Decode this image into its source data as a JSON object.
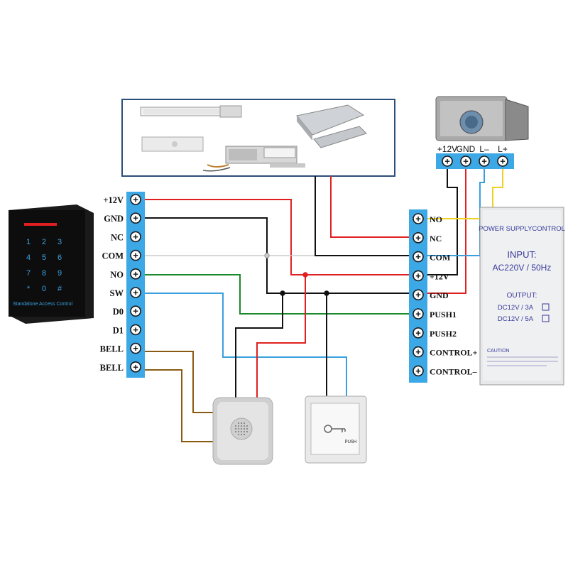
{
  "left_terminal": {
    "labels": [
      "+12V",
      "GND",
      "NC",
      "COM",
      "NO",
      "SW",
      "D0",
      "D1",
      "BELL",
      "BELL"
    ]
  },
  "right_terminal": {
    "labels": [
      "NO",
      "NC",
      "COM",
      "+12V",
      "GND",
      "PUSH1",
      "PUSH2",
      "CONTROL+",
      "CONTROL–"
    ]
  },
  "lock_terminal": {
    "labels": [
      "+12V",
      "GND",
      "L–",
      "L+"
    ]
  },
  "psu": {
    "header": "POWER SUPPLYCONTROL",
    "input_label": "INPUT:",
    "input_value": "AC220V / 50Hz",
    "output_label": "OUTPUT:",
    "output_1": "DC12V / 3A",
    "output_2": "DC12V / 5A",
    "caution": "CAUTION"
  },
  "keypad": {
    "keys": [
      "1",
      "2",
      "3",
      "4",
      "5",
      "6",
      "7",
      "8",
      "9",
      "*",
      "0",
      "#"
    ],
    "caption": "Standalone Access Control"
  },
  "exit_button": {
    "label": "PUSH"
  },
  "terminal_glyph": "+",
  "colors": {
    "terminal_blue": "#3da8e6",
    "wire_red": "#e02020",
    "wire_black": "#111111",
    "wire_green": "#1a8a2a",
    "wire_blue": "#3aa0e0",
    "wire_brown": "#8a5a12",
    "wire_yellow": "#f0d020",
    "wire_gray": "#cccccc",
    "locks_frame": "#2a4e7a"
  }
}
